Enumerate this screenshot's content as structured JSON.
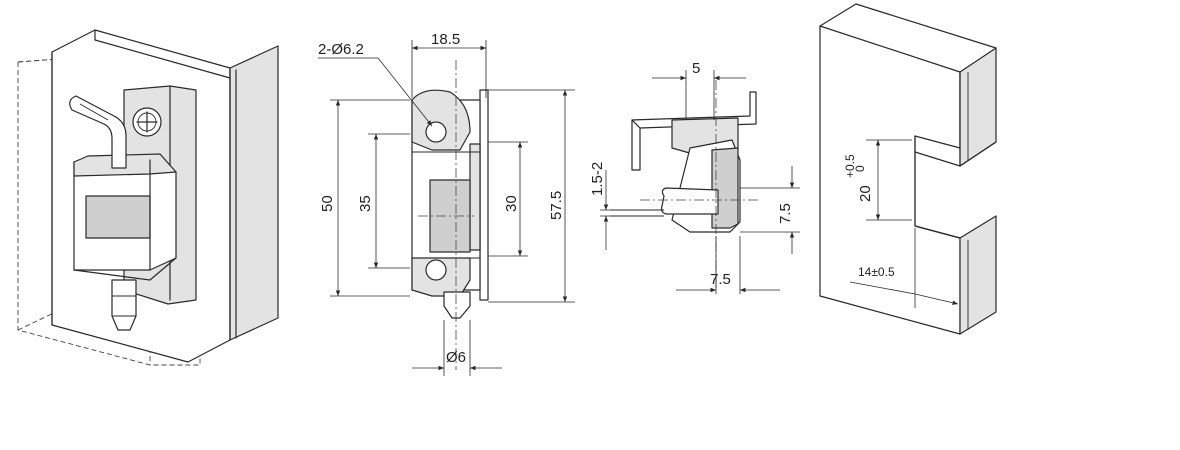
{
  "dimensions": {
    "hole_dia": "2-Ø6.2",
    "width_top": "18.5",
    "height_50": "50",
    "height_35": "35",
    "height_30": "30",
    "height_57_5": "57.5",
    "pin_dia": "Ø6",
    "side_5": "5",
    "side_1_5_2": "1.5-2",
    "side_7_5_v": "7.5",
    "side_7_5_h": "7.5",
    "cutout_height_base": "20",
    "cutout_height_tol_upper": "+0.5",
    "cutout_height_tol_lower": "0",
    "cutout_depth": "14±0.5"
  }
}
